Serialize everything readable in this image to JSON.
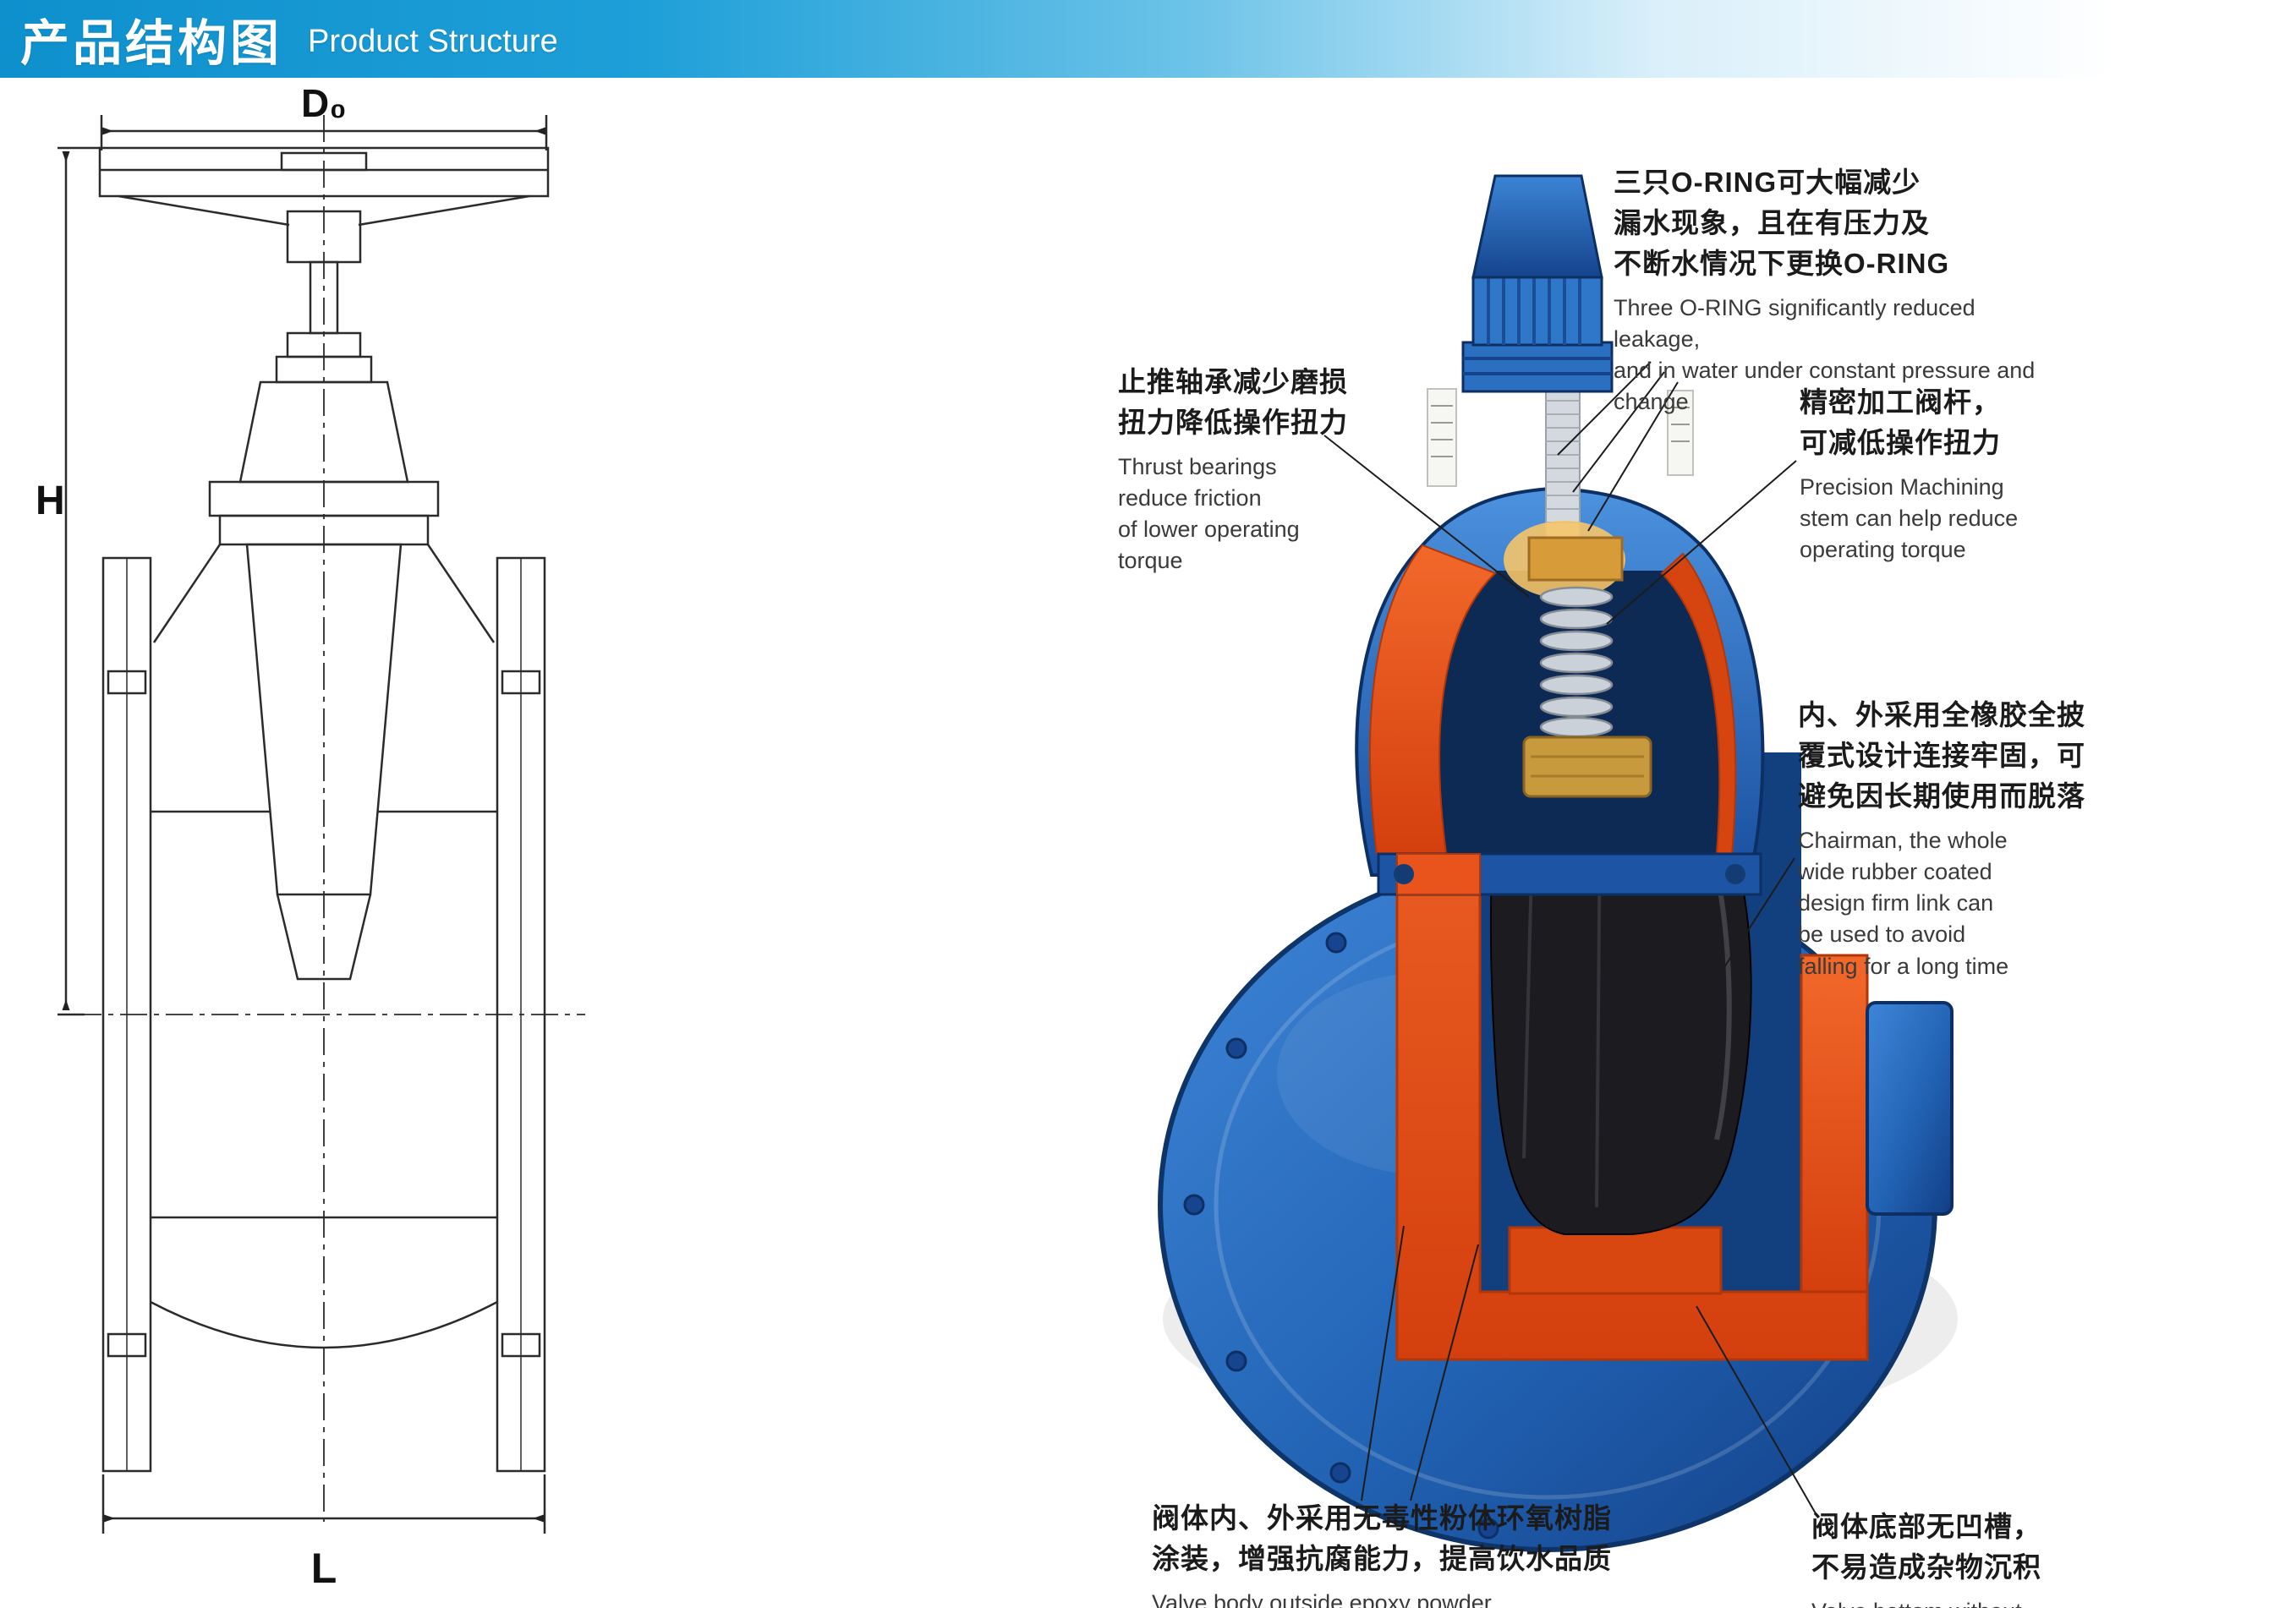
{
  "header": {
    "title_zh": "产品结构图",
    "title_en": "Product Structure"
  },
  "drawing": {
    "dim_width": "D₀",
    "dim_height": "H",
    "dim_length": "L"
  },
  "annotations": {
    "oring": {
      "zh": "三只O-RING可大幅减少\n漏水现象，且在有压力及\n不断水情况下更换O-RING",
      "en": "Three O-RING significantly reduced leakage,\nand in water under constant pressure and change"
    },
    "thrust": {
      "zh": "止推轴承减少磨损\n扭力降低操作扭力",
      "en": "Thrust bearings\nreduce friction\nof lower operating\ntorque"
    },
    "stem": {
      "zh": "精密加工阀杆，\n可减低操作扭力",
      "en": "Precision Machining\nstem can help reduce\noperating torque"
    },
    "rubber": {
      "zh": "内、外采用全橡胶全披\n覆式设计连接牢固，可\n避免因长期使用而脱落",
      "en": "Chairman, the whole\nwide rubber coated\ndesign firm link can\nbe used to avoid\nfalling for a long time"
    },
    "epoxy": {
      "zh": "阀体内、外采用无毒性粉体环氧树脂\n涂装，增强抗腐能力，提高饮水品质",
      "en": "Valve body outside epoxy powder"
    },
    "bottom": {
      "zh": "阀体底部无凹槽，\n不易造成杂物沉积",
      "en": "Valve bottom without"
    }
  },
  "colors": {
    "header_blue": "#0e90cd",
    "valve_blue": "#2a6fc0",
    "section_orange": "#e8541c",
    "wedge_black": "#1e1e22"
  }
}
